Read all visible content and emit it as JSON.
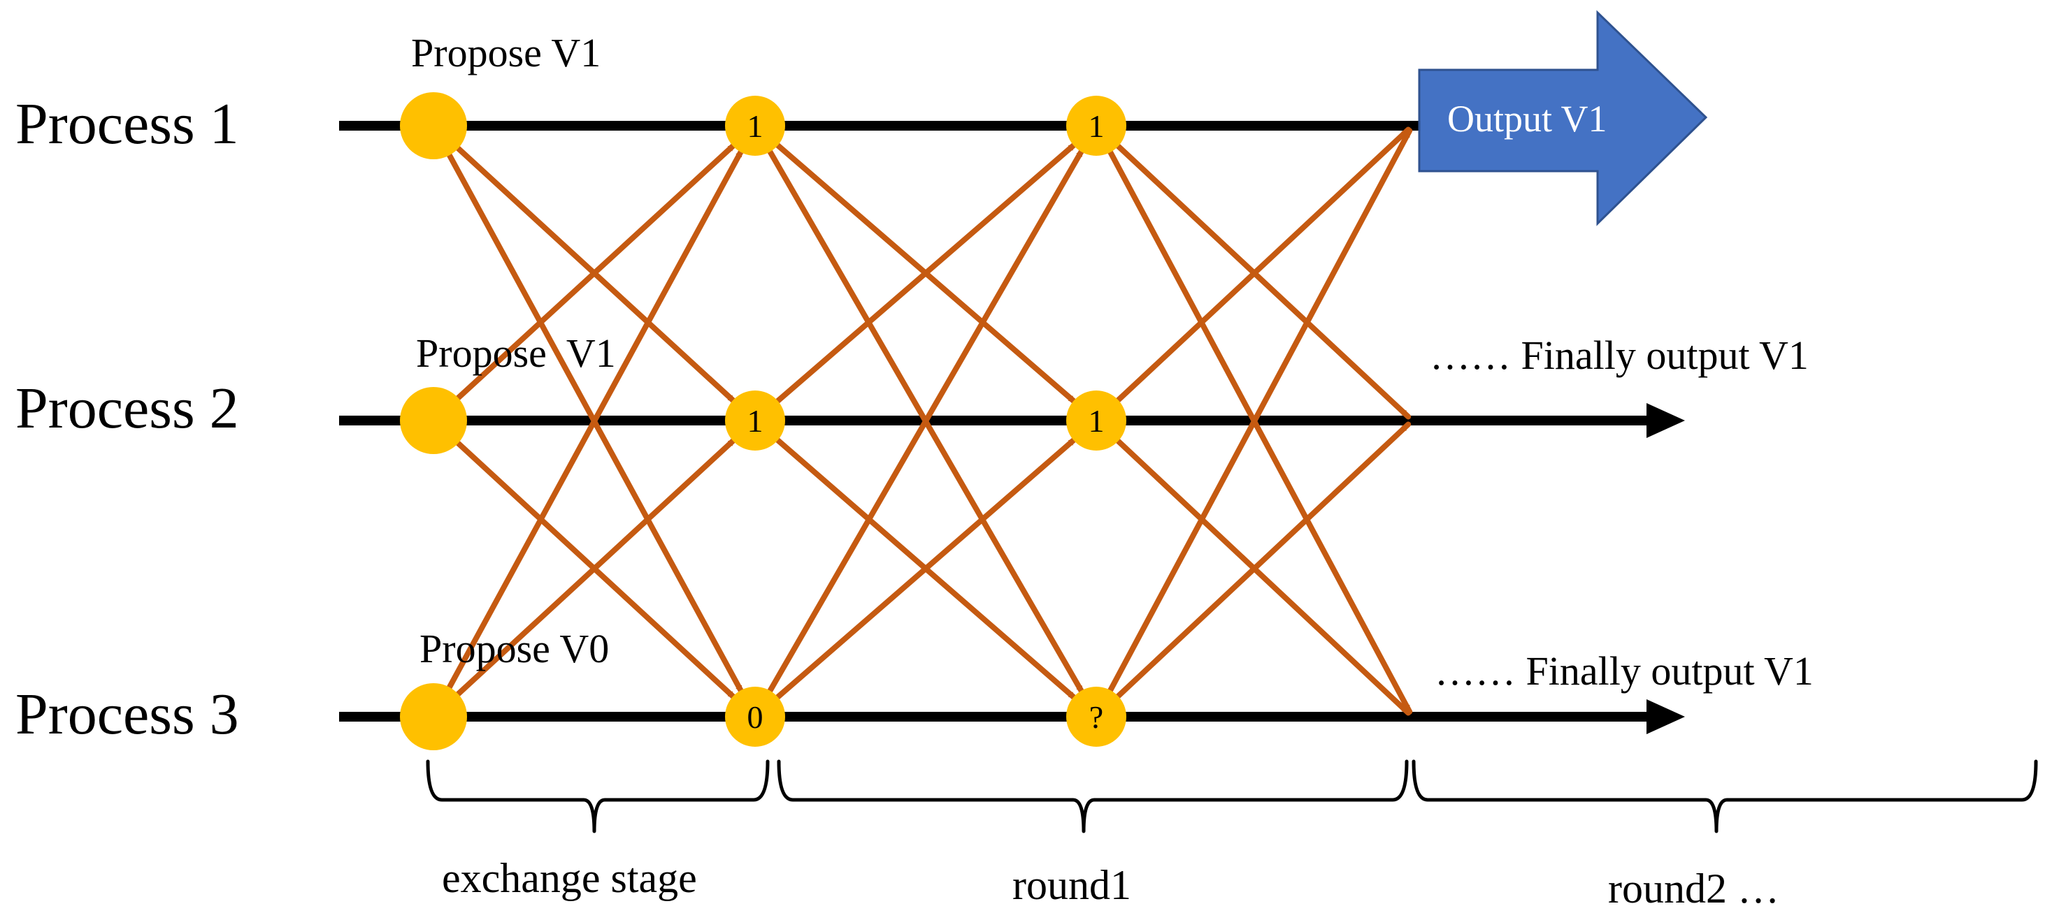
{
  "colors": {
    "timeline": "#000000",
    "node": "#ffc000",
    "message_arrow": "#c55a11",
    "output_arrow_fill": "#4472c4",
    "output_arrow_stroke": "#2f528f"
  },
  "processes": [
    {
      "label": "Process 1",
      "proposal": "Propose V1",
      "values": [
        "",
        "1",
        "1"
      ],
      "result": "Output V1"
    },
    {
      "label": "Process 2",
      "proposal": "Propose  V1",
      "values": [
        "",
        "1",
        "1"
      ],
      "result": "…… Finally output V1"
    },
    {
      "label": "Process 3",
      "proposal": "Propose V0",
      "values": [
        "",
        "0",
        "?"
      ],
      "result": "…… Finally output V1"
    }
  ],
  "stages": [
    {
      "label": "exchange stage"
    },
    {
      "label": "round1"
    },
    {
      "label": "round2 …"
    }
  ]
}
